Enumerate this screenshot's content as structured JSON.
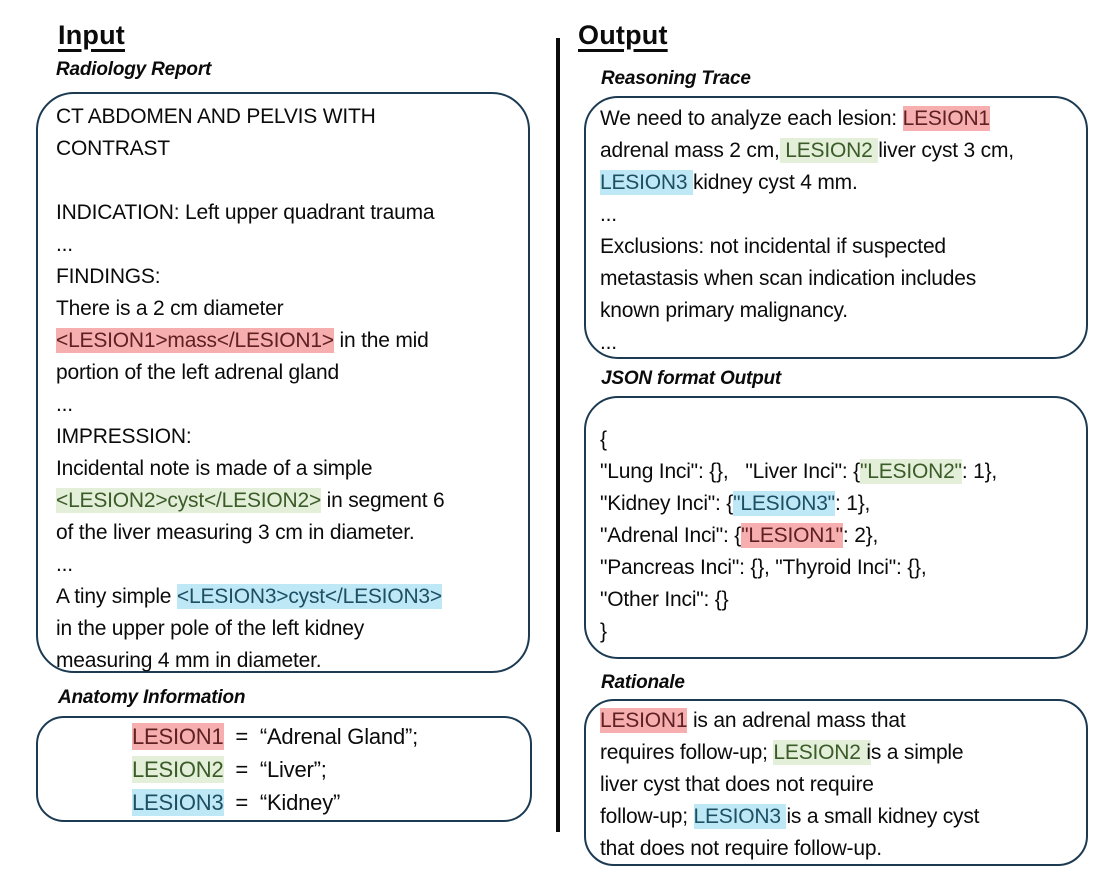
{
  "input": {
    "title": "Input",
    "radiology_report": {
      "label": "Radiology Report",
      "lines": [
        [
          {
            "t": "CT ABDOMEN AND PELVIS WITH"
          }
        ],
        [
          {
            "t": "CONTRAST"
          }
        ],
        [
          {
            "t": ""
          }
        ],
        [
          {
            "t": "INDICATION: Left upper quadrant trauma"
          }
        ],
        [
          {
            "t": "..."
          }
        ],
        [
          {
            "t": "FINDINGS:"
          }
        ],
        [
          {
            "t": "There is a 2 cm diameter"
          }
        ],
        [
          {
            "t": "<LESION1>mass</LESION1>",
            "hl": "red"
          },
          {
            "t": " in the mid"
          }
        ],
        [
          {
            "t": "portion of the left adrenal gland"
          }
        ],
        [
          {
            "t": "..."
          }
        ],
        [
          {
            "t": "IMPRESSION:"
          }
        ],
        [
          {
            "t": "Incidental note is made of a simple"
          }
        ],
        [
          {
            "t": "<LESION2>cyst</LESION2>",
            "hl": "green"
          },
          {
            "t": " in segment 6"
          }
        ],
        [
          {
            "t": "of the liver measuring 3 cm in diameter."
          }
        ],
        [
          {
            "t": "..."
          }
        ],
        [
          {
            "t": "A tiny simple "
          },
          {
            "t": "<LESION3>cyst</LESION3>",
            "hl": "blue"
          }
        ],
        [
          {
            "t": "in the upper pole of the left kidney"
          }
        ],
        [
          {
            "t": "measuring 4 mm in diameter."
          }
        ]
      ]
    },
    "anatomy_information": {
      "label": "Anatomy Information",
      "lines": [
        [
          {
            "t": "LESION1",
            "hl": "red"
          },
          {
            "t": "  =  “Adrenal Gland”;"
          }
        ],
        [
          {
            "t": "LESION2",
            "hl": "green"
          },
          {
            "t": "  =  “Liver”;"
          }
        ],
        [
          {
            "t": "LESION3",
            "hl": "blue"
          },
          {
            "t": "  =  “Kidney”"
          }
        ]
      ]
    }
  },
  "output": {
    "title": "Output",
    "reasoning_trace": {
      "label": "Reasoning Trace",
      "lines": [
        [
          {
            "t": "We need to analyze each lesion: "
          },
          {
            "t": "LESION1",
            "hl": "red"
          }
        ],
        [
          {
            "t": "adrenal mass 2 cm,"
          },
          {
            "t": " LESION2 ",
            "hl": "green"
          },
          {
            "t": "liver cyst 3 cm,"
          }
        ],
        [
          {
            "t": "LESION3 ",
            "hl": "blue"
          },
          {
            "t": "kidney cyst 4 mm."
          }
        ],
        [
          {
            "t": "..."
          }
        ],
        [
          {
            "t": "Exclusions: not incidental if suspected"
          }
        ],
        [
          {
            "t": "metastasis when scan indication includes"
          }
        ],
        [
          {
            "t": "known primary malignancy."
          }
        ],
        [
          {
            "t": "..."
          }
        ]
      ]
    },
    "json_format_output": {
      "label": "JSON format Output",
      "lines": [
        [
          {
            "t": "{"
          }
        ],
        [
          {
            "t": "\"Lung Inci\": {},   \"Liver Inci\": {"
          },
          {
            "t": "\"LESION2\"",
            "hl": "green"
          },
          {
            "t": ": 1},"
          }
        ],
        [
          {
            "t": "\"Kidney Inci\": {"
          },
          {
            "t": "\"LESION3\"",
            "hl": "blue"
          },
          {
            "t": ": 1},"
          }
        ],
        [
          {
            "t": "\"Adrenal Inci\": {"
          },
          {
            "t": "\"LESION1\"",
            "hl": "red"
          },
          {
            "t": ": 2},"
          }
        ],
        [
          {
            "t": "\"Pancreas Inci\": {}, \"Thyroid Inci\": {},"
          }
        ],
        [
          {
            "t": "\"Other Inci\": {}"
          }
        ],
        [
          {
            "t": "}"
          }
        ]
      ]
    },
    "rationale": {
      "label": "Rationale",
      "lines": [
        [
          {
            "t": "LESION1",
            "hl": "red"
          },
          {
            "t": " is an adrenal mass that"
          }
        ],
        [
          {
            "t": "requires follow-up; "
          },
          {
            "t": "LESION2",
            "hl": "green"
          },
          {
            "t": " i",
            "bg": "green"
          },
          {
            "t": "s a simple"
          }
        ],
        [
          {
            "t": "liver cyst that does not require"
          }
        ],
        [
          {
            "t": "follow-up; "
          },
          {
            "t": "LESION3 ",
            "hl": "blue"
          },
          {
            "t": "is a small kidney cyst"
          }
        ],
        [
          {
            "t": "that does not require follow-up."
          }
        ]
      ]
    }
  },
  "colors": {
    "border": "#1c3a52",
    "hl_red_bg": "#f6aeae",
    "hl_red_fg": "#5e2023",
    "hl_green_bg": "#e3efd9",
    "hl_green_fg": "#3b5b28",
    "hl_blue_bg": "#bfe8f7",
    "hl_blue_fg": "#1d4f63"
  }
}
